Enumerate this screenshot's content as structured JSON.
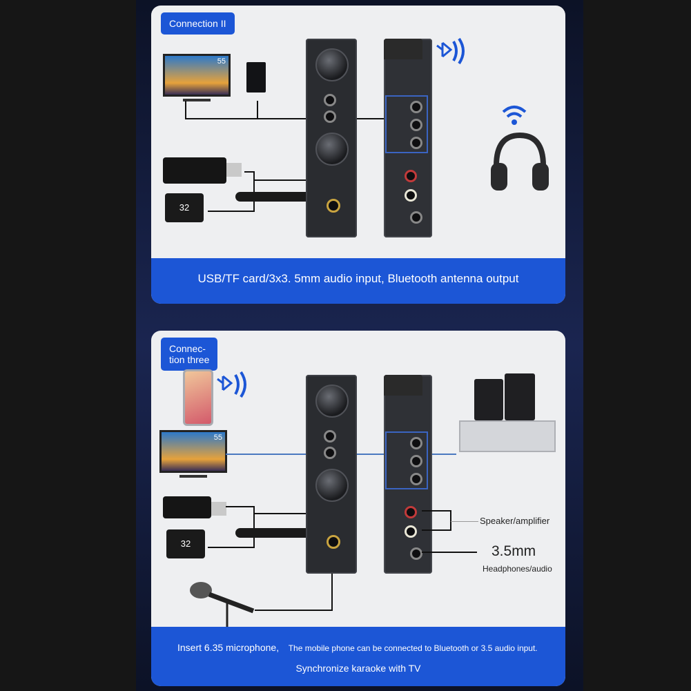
{
  "panels": [
    {
      "tag": "Connection II",
      "footer": "USB/TF card/3x3. 5mm audio input, Bluetooth antenna output",
      "tv_size": "55",
      "tf_card_text": "32"
    },
    {
      "tag_line1": "Connec-",
      "tag_line2": "tion three",
      "tv_size": "55",
      "tf_card_text": "32",
      "speaker_label": "Speaker/amplifier",
      "jack_size": "3.5mm",
      "jack_label": "Headphones/audio",
      "footer_part1": "Insert 6.35 microphone,",
      "footer_part2": "The mobile phone can be connected to Bluetooth or 3.5 audio input.",
      "footer_line2": "Synchronize karaoke with TV"
    }
  ],
  "icons": [
    "bluetooth-icon",
    "wifi-icon",
    "headphones-icon",
    "microphone-icon"
  ],
  "colors": {
    "accent": "#1c56d6",
    "card": "#eeeff1",
    "background": "#161616"
  }
}
